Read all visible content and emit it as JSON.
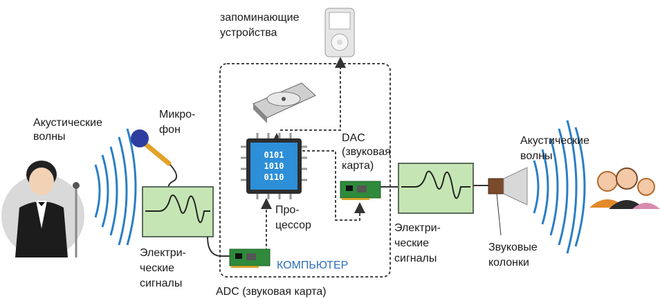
{
  "labels": {
    "acoustic_waves_left": [
      "Акустические",
      "волны"
    ],
    "microphone": [
      "Микро-",
      "фон"
    ],
    "electric_signals_left": [
      "Электри-",
      "ческие",
      "сигналы"
    ],
    "adc": "ADC (звуковая карта)",
    "computer": "КОМПЬЮТЕР",
    "processor": [
      "Про-",
      "цессор"
    ],
    "storage": [
      "запоминающие",
      "устройства"
    ],
    "dac": [
      "DAC",
      "(звуковая",
      "карта)"
    ],
    "electric_signals_right": [
      "Электри-",
      "ческие",
      "сигналы"
    ],
    "speakers": [
      "Звуковые",
      "колонки"
    ],
    "acoustic_waves_right": [
      "Акустические",
      "волны"
    ]
  },
  "chip_text": [
    "0101",
    "1010",
    "0110"
  ],
  "colors": {
    "wave": "#2a7ec6",
    "scope_fill": "#c5e6b4",
    "scope_border": "#5b6b5b",
    "card": "#2f8a3b",
    "chip": "#2d8fd8",
    "computer_label": "#2b6fbf",
    "dashed": "#444444"
  },
  "icons": [
    "singer-icon",
    "microphone-icon",
    "oscilloscope-icon",
    "sound-card-icon",
    "processor-chip-icon",
    "hard-drive-icon",
    "music-player-icon",
    "speaker-icon",
    "audience-icon"
  ]
}
